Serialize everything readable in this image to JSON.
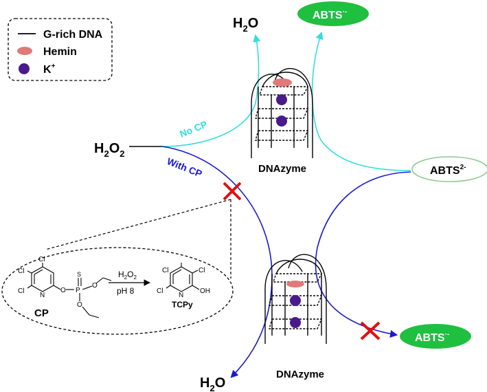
{
  "legend": {
    "line_label": "G-rich DNA",
    "hemin_label": "Hemin",
    "k_label": "K",
    "k_sup": "+"
  },
  "species": {
    "h2o2": "H",
    "h2o2_sub": "2",
    "h2o2_tail": "O",
    "h2o2_sub2": "2",
    "h2o_top": "H",
    "h2o_top_sub": "2",
    "h2o_top_tail": "O",
    "h2o_bottom": "H",
    "h2o_bottom_sub": "2",
    "h2o_bottom_tail": "O",
    "abts_radical_top": "ABTS",
    "abts_radical_top_sup": "·-",
    "abts_radical_bottom": "ABTS",
    "abts_radical_bottom_sup": "·-",
    "abts2": "ABTS",
    "abts2_sup": "2-"
  },
  "paths": {
    "no_cp": "No CP",
    "with_cp": "With CP"
  },
  "dnazyme": {
    "top_label": "DNAzyme",
    "bottom_label": "DNAzyme"
  },
  "reaction": {
    "reagent": "H",
    "reagent_sub": "2",
    "reagent_o": "O",
    "reagent_sub2": "2",
    "condition": "pH 8",
    "reactant_label": "CP",
    "product_label": "TCPy",
    "cl1": "Cl",
    "cl2": "Cl",
    "cl3": "Cl",
    "n_reactant": "N",
    "o_link": "O",
    "p_atom": "P",
    "s_atom": "S",
    "o_ethyl1": "O",
    "o_ethyl2": "O",
    "p_cl1": "Cl",
    "p_cl2": "Cl",
    "p_cl3": "Cl",
    "n_product": "N",
    "oh": "OH"
  },
  "colors": {
    "no_cp_path": "#33dddd",
    "with_cp_path": "#1a1acc",
    "abts_radical_fill": "#1fbf3f",
    "abts2_stroke": "#8fc88f",
    "hemin": "#e07a7a",
    "k_ion": "#4a1a8c",
    "inhibit_x": "#e01010"
  }
}
